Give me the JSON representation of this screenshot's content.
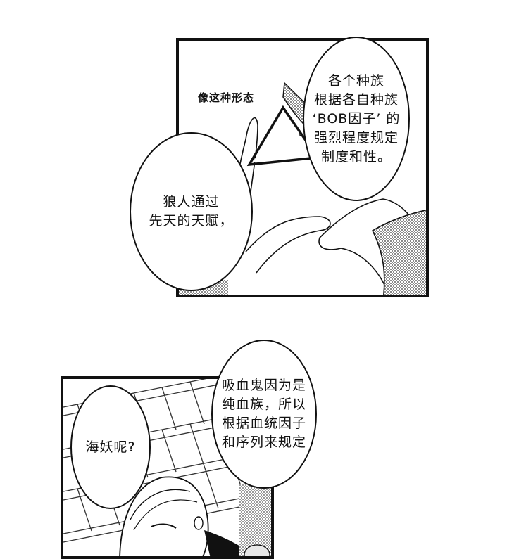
{
  "page": {
    "panels": [
      {
        "id": "top",
        "caption": "像这种形态",
        "bubbles": [
          {
            "lines": [
              "各个种族",
              "根据各自种族",
              "‘BOB因子’ 的",
              "强烈程度规定",
              "制度和性。"
            ]
          },
          {
            "lines": [
              "狼人通过",
              "先天的天赋，"
            ]
          }
        ]
      },
      {
        "id": "bottom",
        "bubbles": [
          {
            "lines": [
              "海妖呢?"
            ]
          },
          {
            "lines": [
              "吸血鬼因为是",
              "纯血族，所以",
              "根据血统因子",
              "和序列来规定"
            ]
          }
        ]
      }
    ],
    "colors": {
      "ink": "#111111",
      "paper": "#ffffff",
      "screentone": "#9a9a9a"
    }
  }
}
